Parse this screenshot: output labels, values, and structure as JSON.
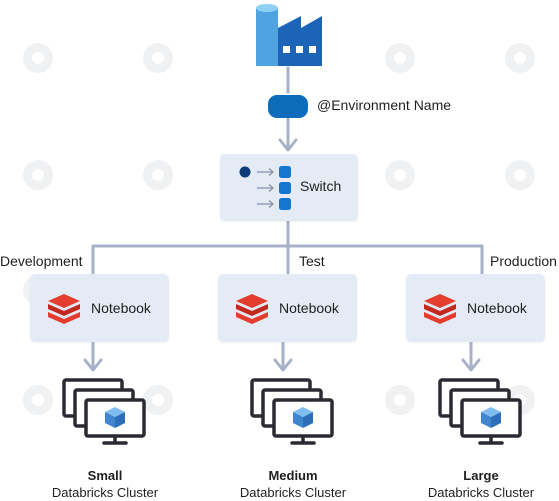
{
  "parameter": {
    "label": "@Environment Name"
  },
  "switch": {
    "label": "Switch"
  },
  "branches": [
    {
      "case": "Development",
      "activity": "Notebook",
      "size": "Small",
      "cluster": "Databricks Cluster"
    },
    {
      "case": "Test",
      "activity": "Notebook",
      "size": "Medium",
      "cluster": "Databricks Cluster"
    },
    {
      "case": "Production",
      "activity": "Notebook",
      "size": "Large",
      "cluster": "Databricks Cluster"
    }
  ],
  "colors": {
    "factory_dark": "#1b64b7",
    "factory_light": "#4fa3e0",
    "param_pill": "#0f6cbd",
    "connector": "#a7b2c9",
    "card_bg": "#e4ebf4",
    "databricks_red": "#e43d30",
    "monitor_outline": "#2a2a33",
    "cube_blue": "#4a95d8"
  },
  "icons": {
    "pipeline": "data-factory-icon",
    "parameter": "parameter-pill-icon",
    "switch": "switch-activity-icon",
    "notebook": "databricks-icon",
    "cluster": "cluster-monitors-icon"
  }
}
